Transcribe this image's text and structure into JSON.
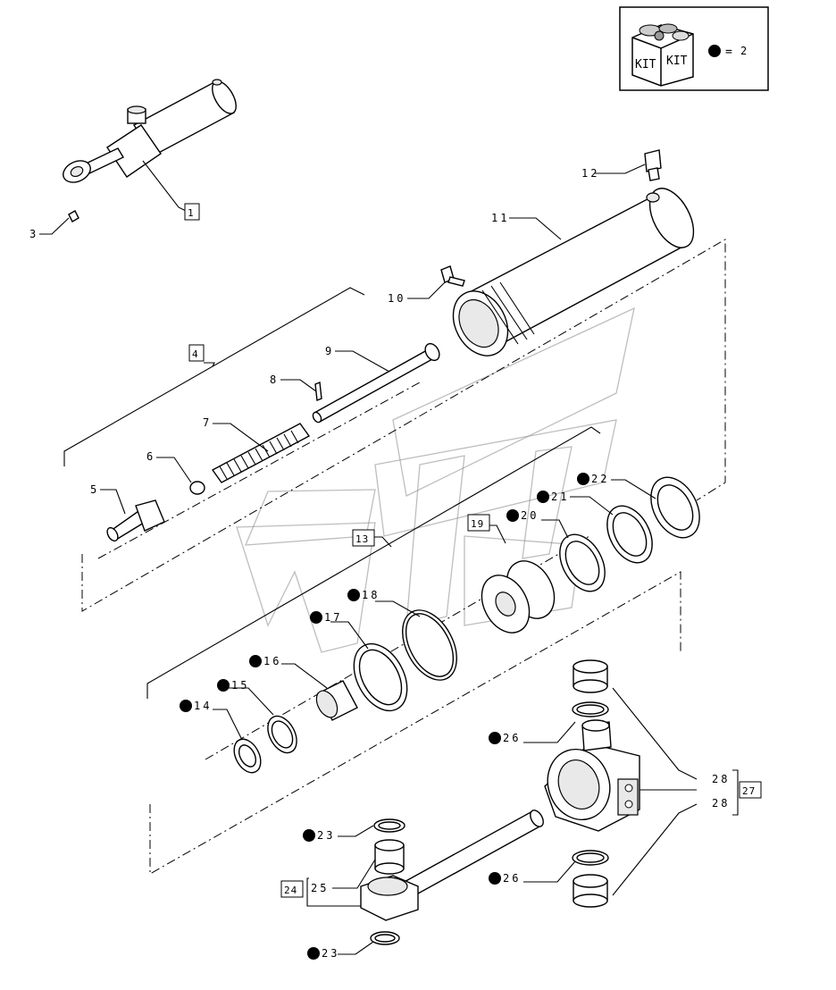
{
  "kit_legend": {
    "box_text_left": "KIT",
    "box_text_right": "KIT",
    "equals": "=",
    "value": "2"
  },
  "callouts": {
    "c1": "1",
    "c3": "3",
    "c4": "4",
    "c5": "5",
    "c6": "6",
    "c7": "7",
    "c8": "8",
    "c9": "9",
    "c10": "10",
    "c11": "11",
    "c12": "12",
    "c13": "13",
    "c14": "14",
    "c15": "15",
    "c16": "16",
    "c17": "17",
    "c18": "18",
    "c19": "19",
    "c20": "20",
    "c21": "21",
    "c22": "22",
    "c23a": "23",
    "c23b": "23",
    "c24": "24",
    "c25": "25",
    "c26a": "26",
    "c26b": "26",
    "c27": "27",
    "c28a": "28",
    "c28b": "28"
  }
}
